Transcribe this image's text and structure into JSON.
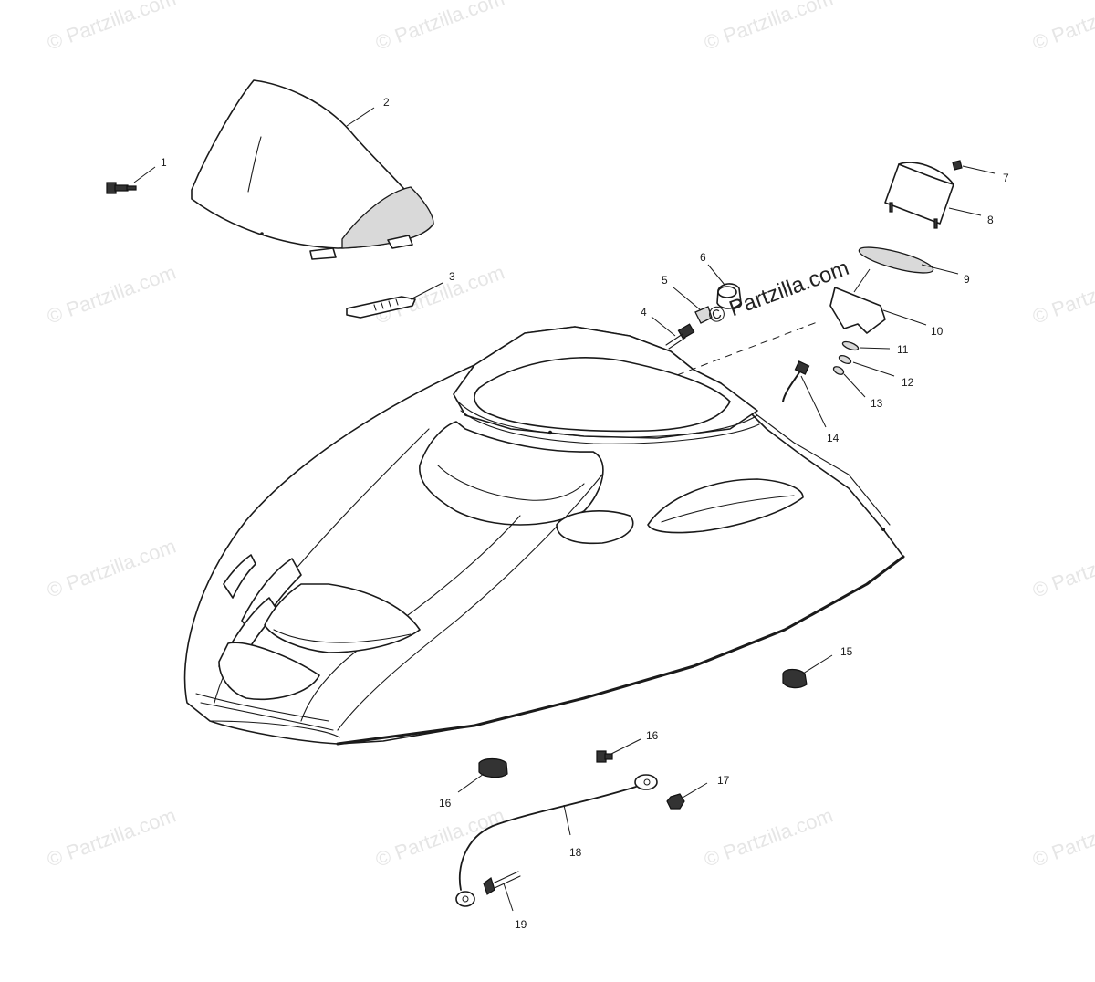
{
  "watermark": {
    "text": "© Partzilla.com",
    "prominent_text": "© Partzilla.com",
    "color": "#e6e6e6"
  },
  "callouts": [
    {
      "id": "1",
      "label": "1"
    },
    {
      "id": "2",
      "label": "2"
    },
    {
      "id": "3",
      "label": "3"
    },
    {
      "id": "4",
      "label": "4"
    },
    {
      "id": "5",
      "label": "5"
    },
    {
      "id": "6",
      "label": "6"
    },
    {
      "id": "7",
      "label": "7"
    },
    {
      "id": "8",
      "label": "8"
    },
    {
      "id": "9",
      "label": "9"
    },
    {
      "id": "10",
      "label": "10"
    },
    {
      "id": "11",
      "label": "11"
    },
    {
      "id": "12",
      "label": "12"
    },
    {
      "id": "13",
      "label": "13"
    },
    {
      "id": "14",
      "label": "14"
    },
    {
      "id": "15",
      "label": "15"
    },
    {
      "id": "16a",
      "label": "16"
    },
    {
      "id": "16b",
      "label": "16"
    },
    {
      "id": "17",
      "label": "17"
    },
    {
      "id": "18",
      "label": "18"
    },
    {
      "id": "19",
      "label": "19"
    }
  ]
}
